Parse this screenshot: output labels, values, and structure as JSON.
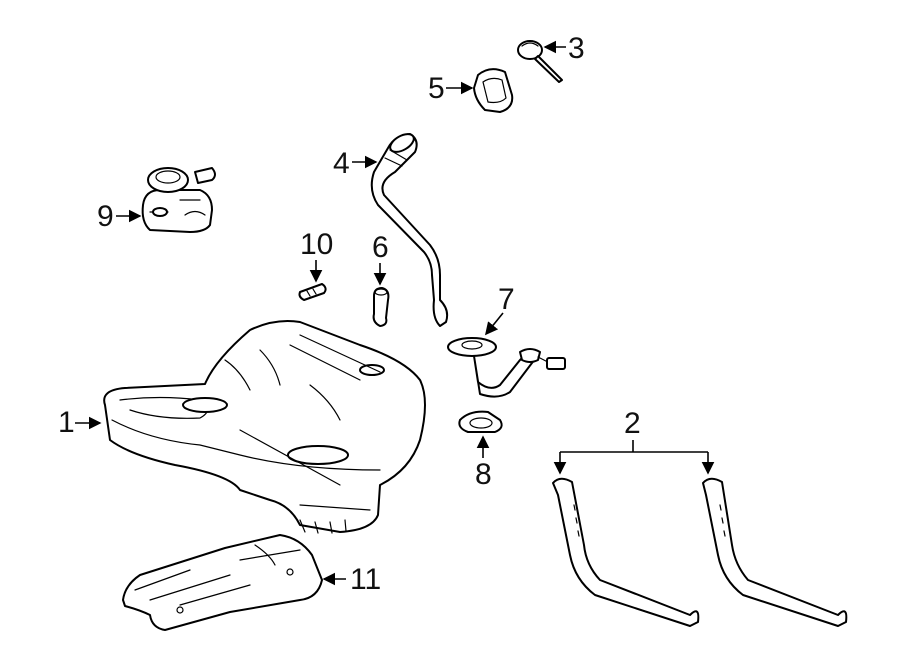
{
  "diagram": {
    "callouts": [
      {
        "id": "1",
        "label": "1"
      },
      {
        "id": "2",
        "label": "2"
      },
      {
        "id": "3",
        "label": "3"
      },
      {
        "id": "4",
        "label": "4"
      },
      {
        "id": "5",
        "label": "5"
      },
      {
        "id": "6",
        "label": "6"
      },
      {
        "id": "7",
        "label": "7"
      },
      {
        "id": "8",
        "label": "8"
      },
      {
        "id": "9",
        "label": "9"
      },
      {
        "id": "10",
        "label": "10"
      },
      {
        "id": "11",
        "label": "11"
      }
    ],
    "colors": {
      "line": "#000000",
      "background": "#ffffff",
      "shade": "#cfcfcf"
    }
  }
}
